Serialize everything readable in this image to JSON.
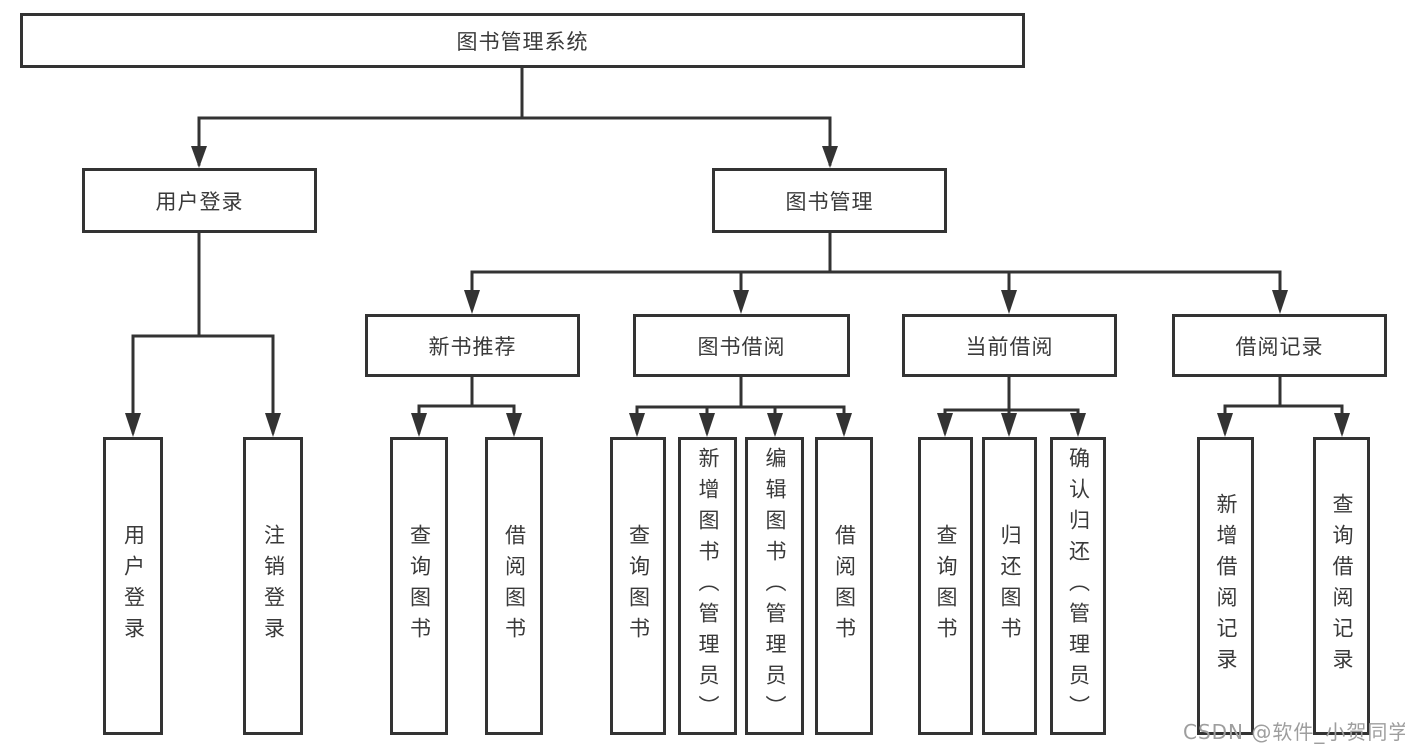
{
  "diagram": {
    "root": {
      "label": "图书管理系统"
    },
    "level2": {
      "user_login": {
        "label": "用户登录"
      },
      "book_management": {
        "label": "图书管理"
      }
    },
    "level3": {
      "new_book_recommend": {
        "label": "新书推荐"
      },
      "book_borrow": {
        "label": "图书借阅"
      },
      "current_borrow": {
        "label": "当前借阅"
      },
      "borrow_record": {
        "label": "借阅记录"
      }
    },
    "leaves": {
      "user_login": {
        "label": "用户登录"
      },
      "logout": {
        "label": "注销登录"
      },
      "rec_query_book": {
        "label": "查询图书"
      },
      "rec_borrow_book": {
        "label": "借阅图书"
      },
      "bb_query_book": {
        "label": "查询图书"
      },
      "bb_add_book": {
        "label": "新增图书（管理员）"
      },
      "bb_edit_book": {
        "label": "编辑图书（管理员）"
      },
      "bb_borrow_book": {
        "label": "借阅图书"
      },
      "cb_query_book": {
        "label": "查询图书"
      },
      "cb_return_book": {
        "label": "归还图书"
      },
      "cb_confirm_return": {
        "label": "确认归还（管理员）"
      },
      "br_add_record": {
        "label": "新增借阅记录"
      },
      "br_query_record": {
        "label": "查询借阅记录"
      }
    },
    "watermark": {
      "label": "CSDN @软件_小贺同学"
    },
    "colors": {
      "line": "#333333",
      "text": "#3a3a3a",
      "watermark": "#9e9e9e",
      "background": "#ffffff"
    }
  }
}
